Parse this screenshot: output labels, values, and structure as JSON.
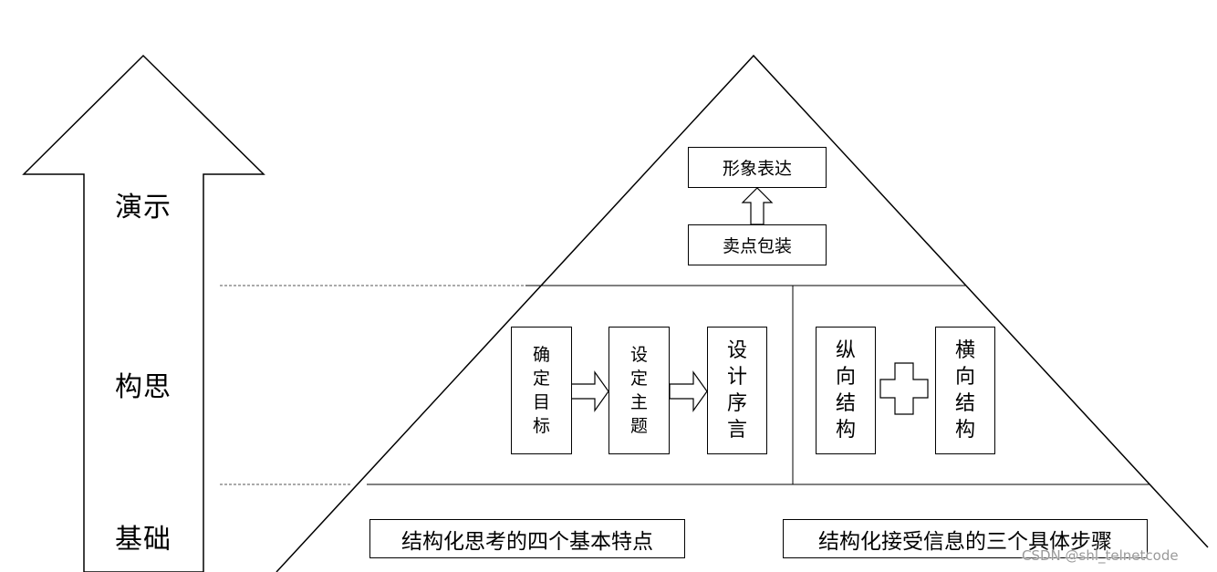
{
  "levels": {
    "top": "演示",
    "middle": "构思",
    "bottom": "基础"
  },
  "top_section": {
    "upper_box": "形象表达",
    "lower_box": "卖点包装"
  },
  "middle_section": {
    "steps": [
      "确定目标",
      "设定主题",
      "设计序言"
    ],
    "structures": [
      "纵向结构",
      "横向结构"
    ]
  },
  "bottom_section": {
    "left_box": "结构化思考的四个基本特点",
    "right_box": "结构化接受信息的三个具体步骤"
  },
  "watermark": "CSDN @shl_telnetcode"
}
